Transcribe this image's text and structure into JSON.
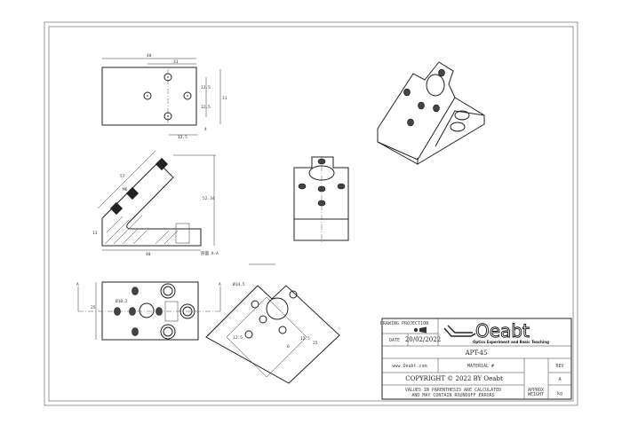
{
  "title_block": {
    "projection_label": "DRAWING PROJECTION",
    "date_label": "DATE",
    "date_value": "20/02/2022",
    "logo_text": "Oeabt",
    "logo_tagline": "Optics Experiment and Basic Teaching",
    "part_number": "APT-45",
    "website": "www.Oeabt.com",
    "material_label": "MATERIAL #",
    "rev_label": "REV",
    "rev_value": "A",
    "copyright": "COPYRIGHT © 2022 BY Oeabt",
    "note_line1": "VALUES IN PARENTHESIS ARE CALCULATED",
    "note_line2": "AND MAY CONTAIN ROUNDOFF ERRORS",
    "approx_label1": "APPROX",
    "approx_label2": "WEIGHT",
    "weight_unit": "kg"
  },
  "dimensions": {
    "top_width": "40",
    "top_offset": "31",
    "top_height": "31",
    "top_spacing_a": "12.5",
    "top_spacing_b": "12.5",
    "top_bottom": "12.5",
    "top_small": "4",
    "side_length": "57",
    "side_height": "52.34",
    "side_base": "13",
    "side_width": "40",
    "side_thread": "M6",
    "section_label": "剖面 A-A",
    "bottom_height": "25",
    "bottom_hole": "Ø10.2",
    "rot_hole": "Ø14.5",
    "rot_a": "12.5",
    "rot_b": "12.5",
    "rot_c": "25",
    "rot_d": "6",
    "section_mark_left": "A",
    "section_mark_right": "A"
  }
}
